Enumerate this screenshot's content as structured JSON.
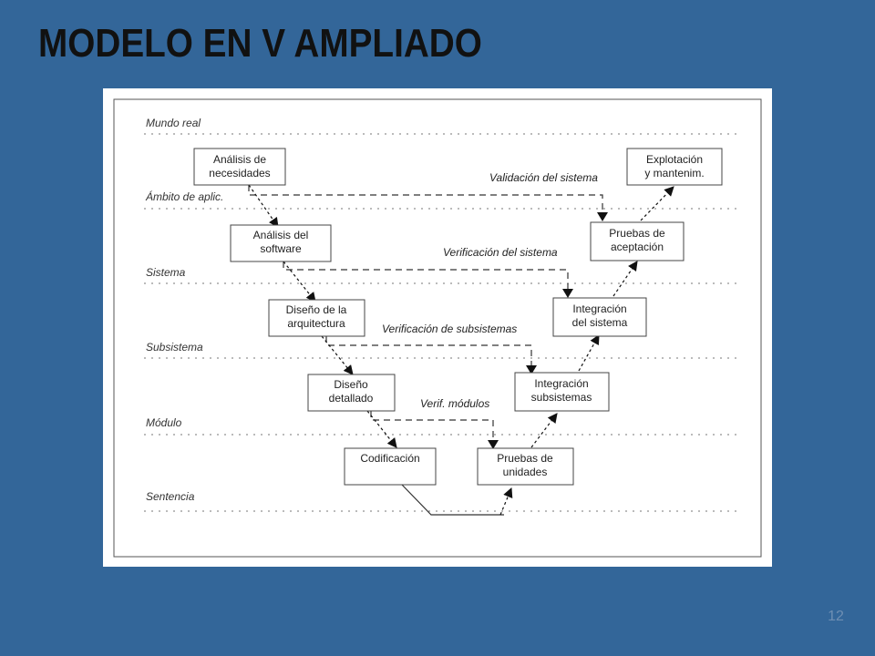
{
  "slide": {
    "title": "MODELO EN V AMPLIADO",
    "page_number": "12"
  },
  "diagram": {
    "levels": [
      "Mundo real",
      "Ámbito de aplic.",
      "Sistema",
      "Subsistema",
      "Módulo",
      "Sentencia"
    ],
    "left_phases": [
      {
        "line1": "Análisis de",
        "line2": "necesidades"
      },
      {
        "line1": "Análisis del",
        "line2": "software"
      },
      {
        "line1": "Diseño de la",
        "line2": "arquitectura"
      },
      {
        "line1": "Diseño",
        "line2": "detallado"
      },
      {
        "line1": "Codificación",
        "line2": ""
      }
    ],
    "right_phases": [
      {
        "line1": "Pruebas de",
        "line2": "unidades"
      },
      {
        "line1": "Integración",
        "line2": "subsistemas"
      },
      {
        "line1": "Integración",
        "line2": "del sistema"
      },
      {
        "line1": "Pruebas de",
        "line2": "aceptación"
      },
      {
        "line1": "Explotación",
        "line2": "y mantenim."
      }
    ],
    "flow_labels": [
      "Validación del sistema",
      "Verificación del sistema",
      "Verificación de subsistemas",
      "Verif. módulos"
    ]
  }
}
